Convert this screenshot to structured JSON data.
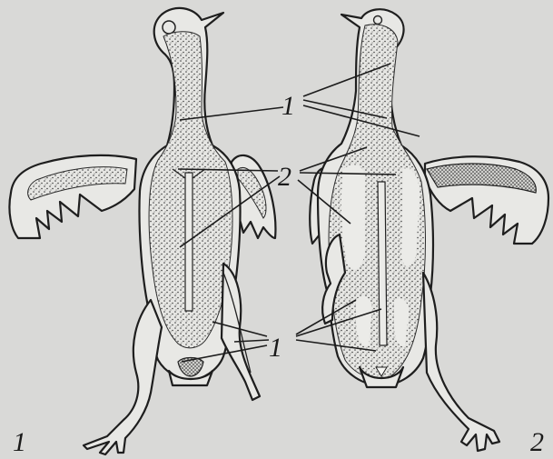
{
  "labels": {
    "tract_upper": "1",
    "apteria": "2",
    "tract_lower": "1",
    "figure_left": "1",
    "figure_right": "2"
  },
  "colors": {
    "background": "#d9d9d7",
    "ink": "#1e1e1e",
    "skin": "#e8e8e5"
  }
}
